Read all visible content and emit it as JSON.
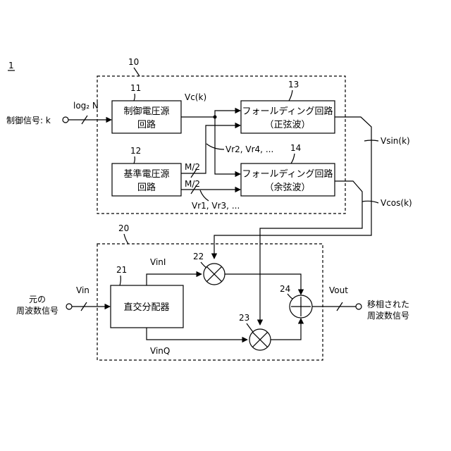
{
  "figure": {
    "ref": "1"
  },
  "group_upper": {
    "ref": "10"
  },
  "group_lower": {
    "ref": "20"
  },
  "blocks": {
    "control_voltage": {
      "ref": "11",
      "line1": "制御電圧源",
      "line2": "回路"
    },
    "reference_voltage": {
      "ref": "12",
      "line1": "基準電圧源",
      "line2": "回路"
    },
    "folding_sine": {
      "ref": "13",
      "line1": "フォールディング回路",
      "line2": "（正弦波）"
    },
    "folding_cosine": {
      "ref": "14",
      "line1": "フォールディング回路",
      "line2": "（余弦波）"
    },
    "quadrature_divider": {
      "ref": "21",
      "line1": "直交分配器"
    },
    "mixer_i": {
      "ref": "22"
    },
    "mixer_q": {
      "ref": "23"
    },
    "adder": {
      "ref": "24"
    }
  },
  "signals": {
    "control_input": "制御信号: k",
    "log_n": "log₂ N",
    "vc": "Vc(k)",
    "m2_top": "M/2",
    "m2_bottom": "M/2",
    "vr_even": "Vr2, Vr4, ...",
    "vr_odd": "Vr1, Vr3, ...",
    "vsin": "Vsin(k)",
    "vcos": "Vcos(k)",
    "vin": "Vin",
    "vinl": "VinI",
    "vinq": "VinQ",
    "vout": "Vout",
    "input_line1": "元の",
    "input_line2": "周波数信号",
    "output_line1": "移相された",
    "output_line2": "周波数信号"
  }
}
